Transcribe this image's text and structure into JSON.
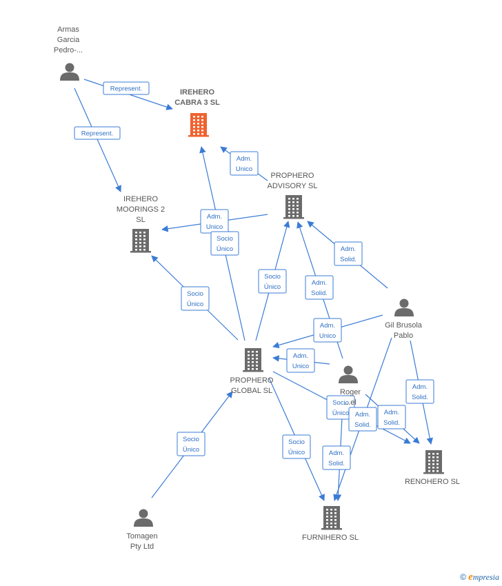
{
  "nodes": [
    {
      "id": "armas",
      "type": "person",
      "lines": [
        "Armas",
        "Garcia",
        "Pedro-..."
      ]
    },
    {
      "id": "cabra",
      "type": "company",
      "highlight": true,
      "lines": [
        "IREHERO",
        "CABRA 3  SL"
      ]
    },
    {
      "id": "moorings",
      "type": "company",
      "lines": [
        "IREHERO",
        "MOORINGS 2",
        "SL"
      ]
    },
    {
      "id": "advisory",
      "type": "company",
      "lines": [
        "PROPHERO",
        "ADVISORY  SL"
      ]
    },
    {
      "id": "gil",
      "type": "person",
      "lines": [
        "Gil Brusola",
        "Pablo"
      ]
    },
    {
      "id": "global",
      "type": "company",
      "lines": [
        "PROPHERO",
        "GLOBAL  SL"
      ]
    },
    {
      "id": "roger",
      "type": "person",
      "lines": [
        "Roger",
        "...el"
      ]
    },
    {
      "id": "renohero",
      "type": "company",
      "lines": [
        "RENOHERO  SL"
      ]
    },
    {
      "id": "furnihero",
      "type": "company",
      "lines": [
        "FURNIHERO  SL"
      ]
    },
    {
      "id": "tomagen",
      "type": "person",
      "lines": [
        "Tomagen",
        "Pty Ltd"
      ]
    }
  ],
  "edges": [
    {
      "from": "armas",
      "to": "cabra",
      "label": [
        "Represent."
      ]
    },
    {
      "from": "armas",
      "to": "moorings",
      "label": [
        "Represent."
      ]
    },
    {
      "from": "advisory",
      "to": "cabra",
      "label": [
        "Adm.",
        "Unico"
      ]
    },
    {
      "from": "advisory",
      "to": "moorings",
      "label": [
        "Adm.",
        "Unico"
      ]
    },
    {
      "from": "global",
      "to": "cabra",
      "label": [
        "Socio",
        "Único"
      ]
    },
    {
      "from": "global",
      "to": "moorings",
      "label": [
        "Socio",
        "Único"
      ]
    },
    {
      "from": "global",
      "to": "advisory",
      "label": [
        "Socio",
        "Único"
      ]
    },
    {
      "from": "gil",
      "to": "advisory",
      "label": [
        "Adm.",
        "Solid."
      ]
    },
    {
      "from": "roger",
      "to": "advisory",
      "label": [
        "Adm.",
        "Solid."
      ]
    },
    {
      "from": "gil",
      "to": "global",
      "label": [
        "Adm.",
        "Unico"
      ]
    },
    {
      "from": "roger",
      "to": "global",
      "label": [
        "Adm.",
        "Unico"
      ]
    },
    {
      "from": "gil",
      "to": "renohero",
      "label": [
        "Adm.",
        "Solid."
      ]
    },
    {
      "from": "roger",
      "to": "renohero",
      "label": [
        "Adm.",
        "Solid."
      ]
    },
    {
      "from": "global",
      "to": "renohero",
      "label": [
        "Socio",
        "Único"
      ]
    },
    {
      "from": "gil",
      "to": "furnihero",
      "label": [
        "Adm.",
        "Solid."
      ]
    },
    {
      "from": "roger",
      "to": "furnihero",
      "label": [
        "Adm.",
        "Solid."
      ]
    },
    {
      "from": "global",
      "to": "furnihero",
      "label": [
        "Socio",
        "Único"
      ]
    },
    {
      "from": "tomagen",
      "to": "global",
      "label": [
        "Socio",
        "Único"
      ]
    }
  ],
  "colors": {
    "edge": "#3a7bd5",
    "node_icon": "#6b6b6b",
    "highlight_icon": "#f0622f"
  },
  "footer": {
    "copyright": "©",
    "brand_initial": "e",
    "brand_rest": "mpresia"
  }
}
